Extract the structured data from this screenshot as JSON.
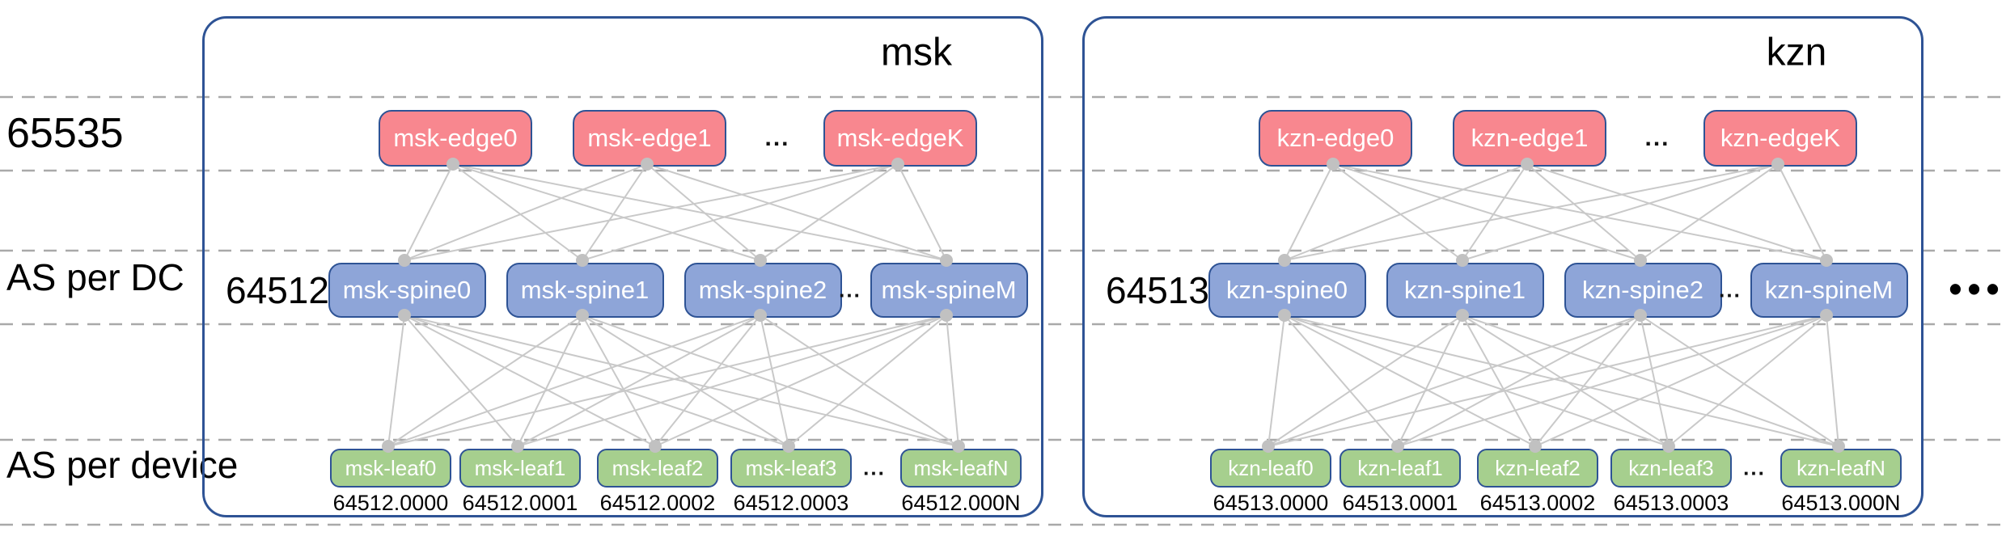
{
  "row_labels": {
    "edge": "65535",
    "spine": "AS per DC",
    "leaf": "AS per device"
  },
  "node_ellipsis": "...",
  "more_datacenters_ellipsis": "•••",
  "colors": {
    "edge_fill": "#F8878F",
    "spine_fill": "#8EA5D8",
    "leaf_fill": "#A6CF8E",
    "node_border": "#2E5395",
    "dc_border": "#2E5395",
    "dashed_line": "#A9A9A9",
    "wire": "#C9C9C9",
    "dot": "#C1C1C1",
    "text": "#000000",
    "node_text": "#FFFFFF"
  },
  "datacenters": [
    {
      "name": "msk",
      "spine_as": "64512",
      "edge_nodes": [
        "msk-edge0",
        "msk-edge1",
        "msk-edgeK"
      ],
      "spine_nodes": [
        "msk-spine0",
        "msk-spine1",
        "msk-spine2",
        "msk-spineM"
      ],
      "leaf_nodes": [
        {
          "label": "msk-leaf0",
          "as_number": "64512.0000"
        },
        {
          "label": "msk-leaf1",
          "as_number": "64512.0001"
        },
        {
          "label": "msk-leaf2",
          "as_number": "64512.0002"
        },
        {
          "label": "msk-leaf3",
          "as_number": "64512.0003"
        },
        {
          "label": "msk-leafN",
          "as_number": "64512.000N"
        }
      ]
    },
    {
      "name": "kzn",
      "spine_as": "64513",
      "edge_nodes": [
        "kzn-edge0",
        "kzn-edge1",
        "kzn-edgeK"
      ],
      "spine_nodes": [
        "kzn-spine0",
        "kzn-spine1",
        "kzn-spine2",
        "kzn-spineM"
      ],
      "leaf_nodes": [
        {
          "label": "kzn-leaf0",
          "as_number": "64513.0000"
        },
        {
          "label": "kzn-leaf1",
          "as_number": "64513.0001"
        },
        {
          "label": "kzn-leaf2",
          "as_number": "64513.0002"
        },
        {
          "label": "kzn-leaf3",
          "as_number": "64513.0003"
        },
        {
          "label": "kzn-leafN",
          "as_number": "64513.000N"
        }
      ]
    }
  ]
}
